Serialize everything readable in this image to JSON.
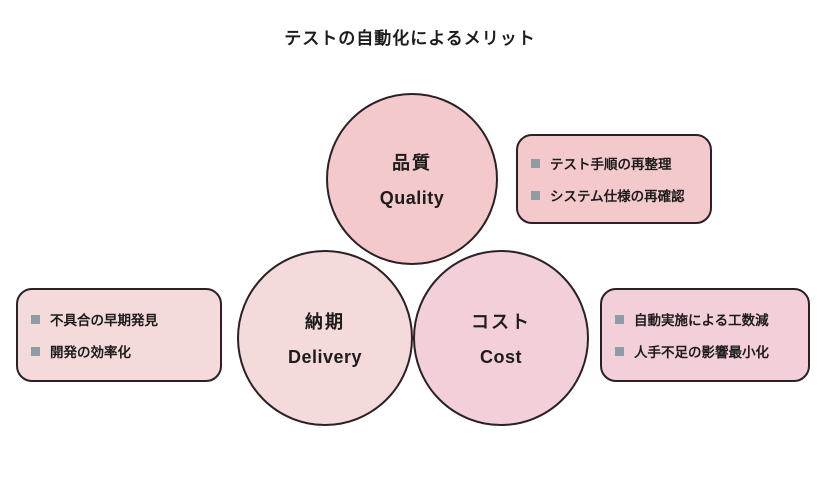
{
  "title": "テストの自動化によるメリット",
  "colors": {
    "background": "#ffffff",
    "border": "#2a2125",
    "bullet": "#8e9da5",
    "text": "#1c1c1c",
    "quality_fill": "#f4c9cb",
    "delivery_fill": "#f5dadb",
    "cost_fill": "#f3cfd9"
  },
  "circles": [
    {
      "id": "quality",
      "label_ja": "品質",
      "label_en": "Quality"
    },
    {
      "id": "delivery",
      "label_ja": "納期",
      "label_en": "Delivery"
    },
    {
      "id": "cost",
      "label_ja": "コスト",
      "label_en": "Cost"
    }
  ],
  "callouts": [
    {
      "id": "quality-callout",
      "bullet_icon": "square-bullet-icon",
      "items": [
        "テスト手順の再整理",
        "システム仕様の再確認"
      ]
    },
    {
      "id": "delivery-callout",
      "bullet_icon": "square-bullet-icon",
      "items": [
        "不具合の早期発見",
        "開発の効率化"
      ]
    },
    {
      "id": "cost-callout",
      "bullet_icon": "square-bullet-icon",
      "items": [
        "自動実施による工数減",
        "人手不足の影響最小化"
      ]
    }
  ]
}
